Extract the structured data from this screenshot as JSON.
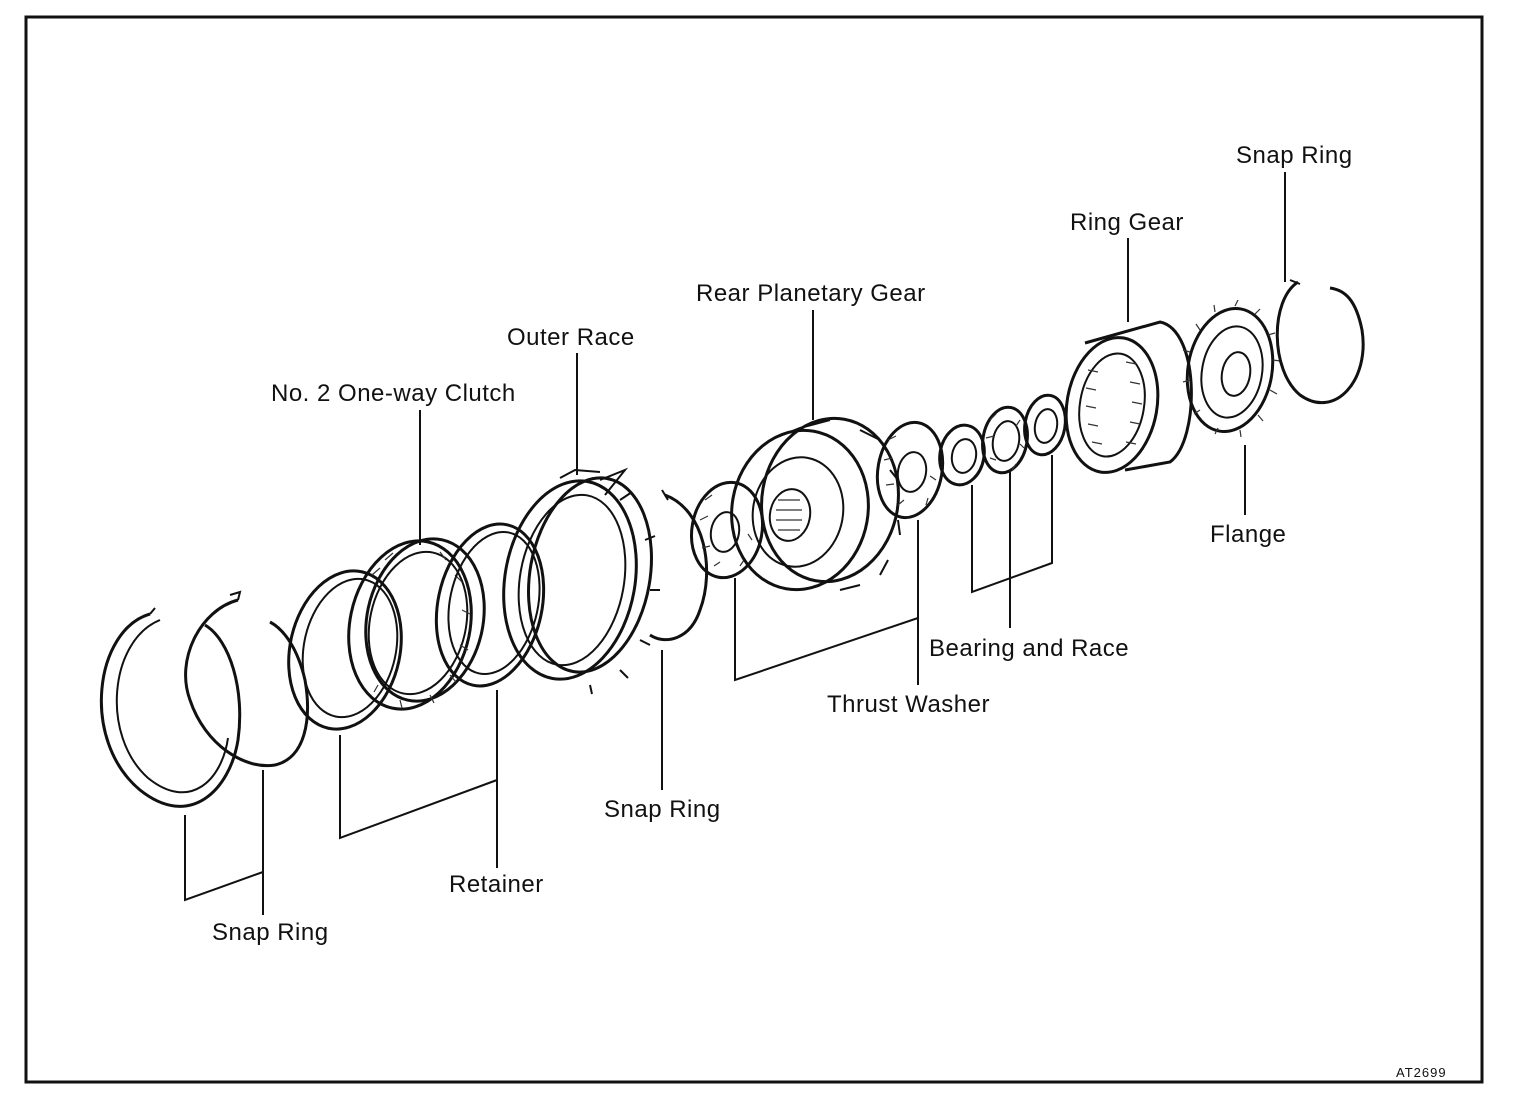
{
  "diagram": {
    "drawing_code": "AT2699",
    "labels": {
      "snap_ring_top": "Snap Ring",
      "ring_gear": "Ring Gear",
      "rear_planetary_gear": "Rear Planetary Gear",
      "outer_race": "Outer Race",
      "one_way_clutch": "No. 2 One-way Clutch",
      "flange": "Flange",
      "bearing_and_race": "Bearing and Race",
      "thrust_washer": "Thrust Washer",
      "snap_ring_middle": "Snap Ring",
      "retainer": "Retainer",
      "snap_ring_bottom": "Snap Ring"
    }
  }
}
